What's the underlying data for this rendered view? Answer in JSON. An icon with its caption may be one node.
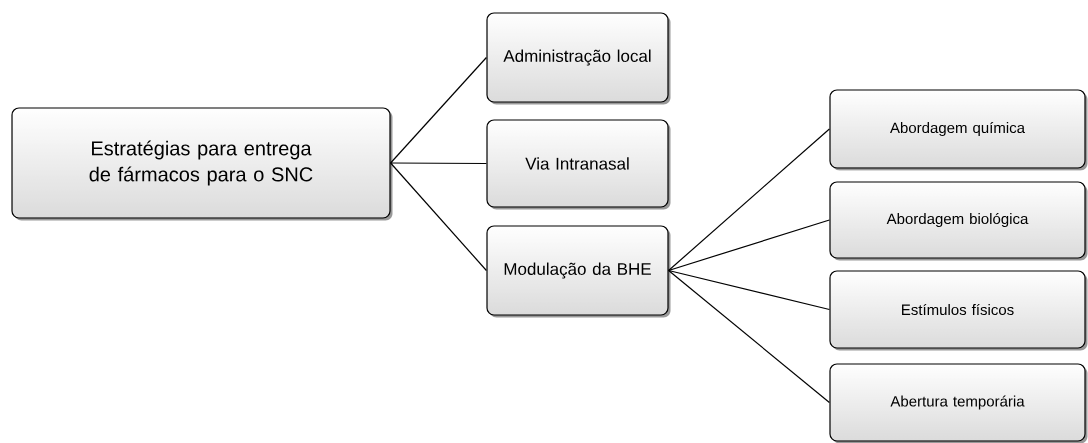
{
  "diagram": {
    "nodes": [
      {
        "text": [
          "Estratégias para entrega de fármacos para o SNC"
        ]
      },
      {
        "text": [
          "Administração local"
        ]
      },
      {
        "text": [
          "Via Intranasal"
        ]
      },
      {
        "text": [
          "Modulação da BHE"
        ]
      },
      {
        "text": [
          "Abordagem química"
        ]
      },
      {
        "text": [
          "Abordagem biológica"
        ]
      },
      {
        "text": [
          "Estímulos físicos"
        ]
      },
      {
        "text": [
          "Abertura temporária"
        ]
      }
    ],
    "edges": [
      {
        "from": 0,
        "to": 1,
        "arrow": "none"
      },
      {
        "from": 0,
        "to": 2,
        "arrow": "none"
      },
      {
        "from": 0,
        "to": 3,
        "arrow": "none"
      },
      {
        "from": 3,
        "to": 4,
        "arrow": "none"
      },
      {
        "from": 3,
        "to": 5,
        "arrow": "none"
      },
      {
        "from": 3,
        "to": 6,
        "arrow": "none"
      },
      {
        "from": 3,
        "to": 7,
        "arrow": "none"
      }
    ]
  }
}
